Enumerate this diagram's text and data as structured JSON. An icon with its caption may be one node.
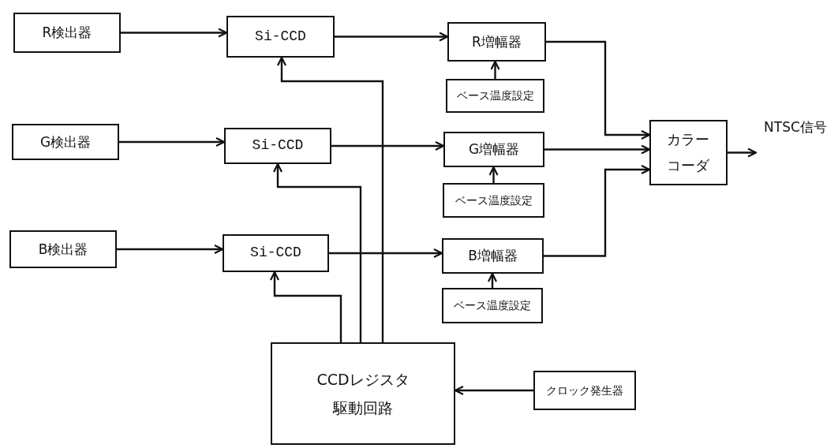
{
  "diagram": {
    "nodes": [
      {
        "text": [
          "R検出器"
        ]
      },
      {
        "text": [
          "Si-CCD"
        ]
      },
      {
        "text": [
          "R増幅器"
        ]
      },
      {
        "text": [
          "ベース温度設定"
        ]
      },
      {
        "text": [
          "G検出器"
        ]
      },
      {
        "text": [
          "Si-CCD"
        ]
      },
      {
        "text": [
          "G増幅器"
        ]
      },
      {
        "text": [
          "ベース温度設定"
        ]
      },
      {
        "text": [
          "カラーコーダ"
        ]
      },
      {
        "text": [
          "B検出器"
        ]
      },
      {
        "text": [
          "Si-CCD"
        ]
      },
      {
        "text": [
          "B増幅器"
        ]
      },
      {
        "text": [
          "ベース温度設定"
        ]
      },
      {
        "text": [
          "CCDレジスタ",
          "駆動回路"
        ]
      },
      {
        "text": [
          "クロック発生器"
        ]
      },
      {
        "text": [
          "NTSC信号"
        ]
      }
    ],
    "edges": [
      {
        "from": 0,
        "to": 1,
        "arrow": "to"
      },
      {
        "from": 4,
        "to": 5,
        "arrow": "to"
      },
      {
        "from": 9,
        "to": 10,
        "arrow": "to"
      },
      {
        "from": 1,
        "to": 2,
        "arrow": "to"
      },
      {
        "from": 5,
        "to": 6,
        "arrow": "to"
      },
      {
        "from": 10,
        "to": 11,
        "arrow": "to"
      },
      {
        "from": 3,
        "to": 2,
        "arrow": "to"
      },
      {
        "from": 7,
        "to": 6,
        "arrow": "to"
      },
      {
        "from": 12,
        "to": 11,
        "arrow": "to"
      },
      {
        "from": 2,
        "to": 8,
        "arrow": "to"
      },
      {
        "from": 6,
        "to": 8,
        "arrow": "to"
      },
      {
        "from": 11,
        "to": 8,
        "arrow": "to"
      },
      {
        "from": 8,
        "to": 15,
        "arrow": "to"
      },
      {
        "from": 13,
        "to": 1,
        "arrow": "to"
      },
      {
        "from": 13,
        "to": 5,
        "arrow": "to"
      },
      {
        "from": 13,
        "to": 10,
        "arrow": "to"
      },
      {
        "from": 14,
        "to": 13,
        "arrow": "to"
      }
    ]
  }
}
